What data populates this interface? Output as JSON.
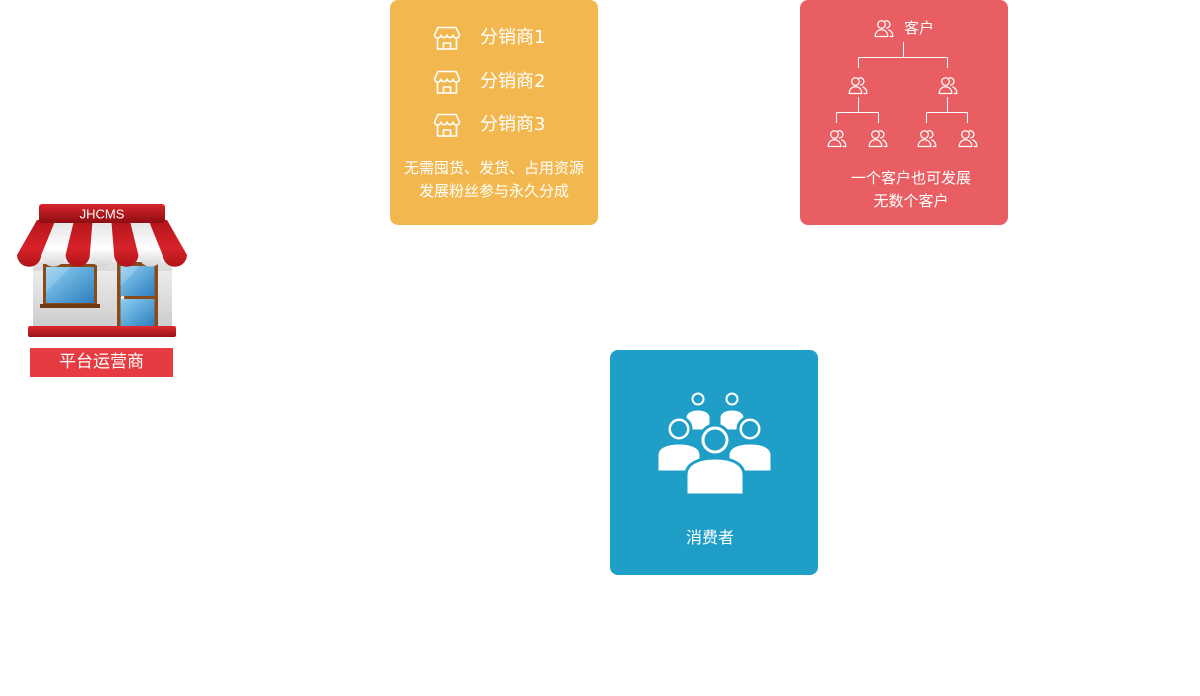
{
  "operator": {
    "icon": "storefront-icon",
    "sign_text": "JHCMS",
    "label": "平台运营商",
    "label_color": "#E63B40"
  },
  "distributors": {
    "color": "#F2B84F",
    "items": [
      {
        "icon": "store-icon",
        "label": "分销商1"
      },
      {
        "icon": "store-icon",
        "label": "分销商2"
      },
      {
        "icon": "store-icon",
        "label": "分销商3"
      }
    ],
    "description": [
      "无需囤货、发货、占用资源",
      "发展粉丝参与永久分成"
    ]
  },
  "customers": {
    "color": "#E95E63",
    "icon": "users-icon",
    "root_label": "客户",
    "description": [
      "一个客户也可发展",
      "无数个客户"
    ]
  },
  "consumers": {
    "color": "#1F9FC7",
    "icon": "people-group-icon",
    "label": "消费者"
  }
}
